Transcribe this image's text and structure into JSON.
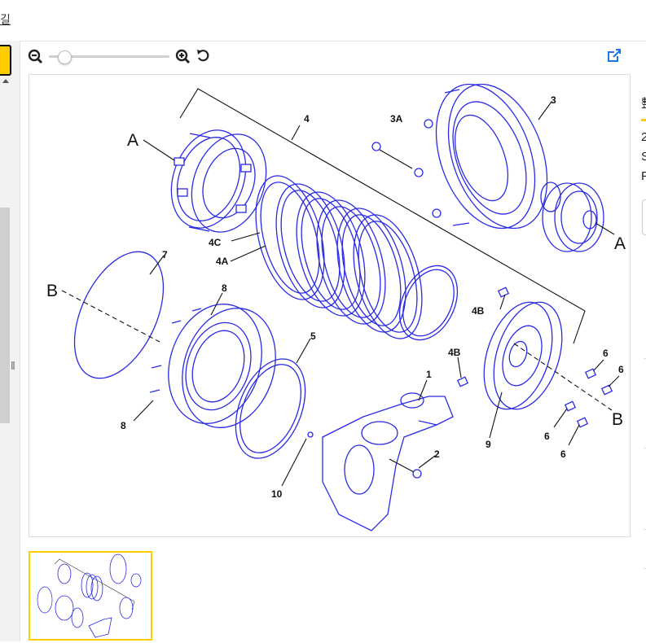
{
  "top_link": "길",
  "toolbar": {
    "zoom_out_icon": "zoom-out-icon",
    "zoom_in_icon": "zoom-in-icon",
    "reset_icon": "rotate-reset-icon",
    "open_external_icon": "external-link-icon",
    "zoom_level": 0.08
  },
  "diagram": {
    "callouts": {
      "c1": "1",
      "c2": "2",
      "c3": "3",
      "c3a": "3A",
      "c4": "4",
      "c4a": "4A",
      "c4b_top": "4B",
      "c4b_bottom": "4B",
      "c4c": "4C",
      "c5": "5",
      "c6_a": "6",
      "c6_b": "6",
      "c6_c": "6",
      "c6_d": "6",
      "c7": "7",
      "c8_top": "8",
      "c8_left": "8",
      "c9": "9",
      "c10": "10",
      "refA_left": "A",
      "refA_right": "A",
      "refB_left": "B",
      "refB_right": "B"
    }
  },
  "right_panel": {
    "line1": "整",
    "line2": "2",
    "line3": "S",
    "line4": "F"
  },
  "colors": {
    "accent": "#ffcc00",
    "diagram_line": "#2a2ae6",
    "sidebar_bg": "#f2f2f2"
  }
}
